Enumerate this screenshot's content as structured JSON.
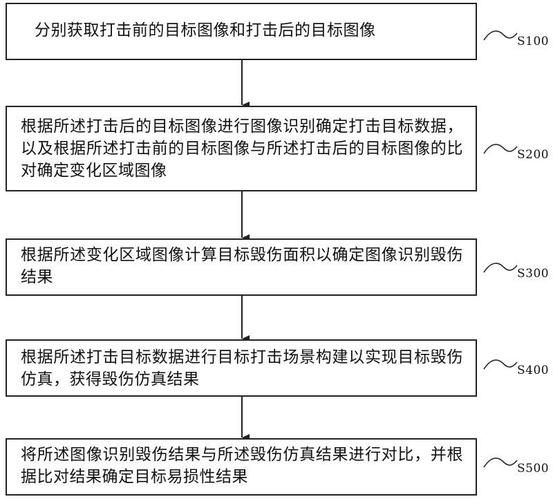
{
  "steps": [
    {
      "text": "分别获取打击前的目标图像和打击后的目标图像",
      "label": "S100"
    },
    {
      "text": "根据所述打击后的目标图像进行图像识别确定打击目标数据，以及根据所述打击前的目标图像与所述打击后的目标图像的比对确定变化区域图像",
      "label": "S200"
    },
    {
      "text": "根据所述变化区域图像计算目标毁伤面积以确定图像识别毁伤结果",
      "label": "S300"
    },
    {
      "text": "根据所述打击目标数据进行目标打击场景构建以实现目标毁伤仿真，获得毁伤仿真结果",
      "label": "S400"
    },
    {
      "text": "将所述图像识别毁伤结果与所述毁伤仿真结果进行对比，并根据比对结果确定目标易损性结果",
      "label": "S500"
    }
  ]
}
